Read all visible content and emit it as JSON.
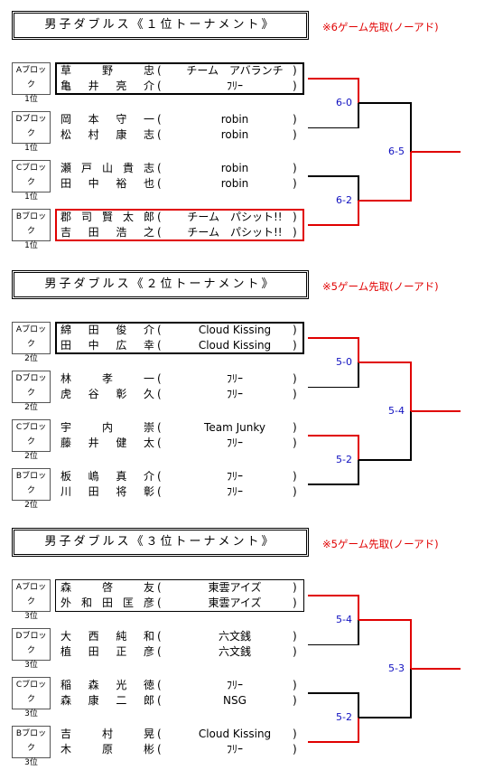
{
  "sections": [
    {
      "title": "男子ダブルス《１位トーナメント》",
      "note": "※6ゲーム先取(ノーアド)",
      "entries": [
        {
          "block": "Aブロック",
          "rank": "1位",
          "style": "b",
          "players": [
            {
              "name": "草野忠",
              "team": "チーム　アバランチ"
            },
            {
              "name": "亀井亮介",
              "team": "ﾌﾘｰ"
            }
          ]
        },
        {
          "block": "Dブロック",
          "rank": "1位",
          "style": "none",
          "players": [
            {
              "name": "岡本守一",
              "team": "robin"
            },
            {
              "name": "松村康志",
              "team": "robin"
            }
          ]
        },
        {
          "block": "Cブロック",
          "rank": "1位",
          "style": "none",
          "players": [
            {
              "name": "瀬戸山貴志",
              "team": "robin"
            },
            {
              "name": "田中裕也",
              "team": "robin"
            }
          ]
        },
        {
          "block": "Bブロック",
          "rank": "1位",
          "style": "r",
          "players": [
            {
              "name": "郡司賢太郎",
              "team": "チーム　パシット!!"
            },
            {
              "name": "吉田浩之",
              "team": "チーム　パシット!!"
            }
          ]
        }
      ],
      "scores": {
        "upper": "6-0",
        "lower": "6-2",
        "final": "6-5"
      },
      "winners": {
        "upper": 0,
        "lower": 1,
        "final": 1
      }
    },
    {
      "title": "男子ダブルス《２位トーナメント》",
      "note": "※5ゲーム先取(ノーアド)",
      "entries": [
        {
          "block": "Aブロック",
          "rank": "2位",
          "style": "b",
          "players": [
            {
              "name": "綿田俊介",
              "team": "Cloud Kissing"
            },
            {
              "name": "田中広幸",
              "team": "Cloud Kissing"
            }
          ]
        },
        {
          "block": "Dブロック",
          "rank": "2位",
          "style": "none",
          "players": [
            {
              "name": "林孝一",
              "team": "ﾌﾘｰ"
            },
            {
              "name": "虎谷彰久",
              "team": "ﾌﾘｰ"
            }
          ]
        },
        {
          "block": "Cブロック",
          "rank": "2位",
          "style": "none",
          "players": [
            {
              "name": "宇内崇",
              "team": "Team Junky"
            },
            {
              "name": "藤井健太",
              "team": "ﾌﾘｰ"
            }
          ]
        },
        {
          "block": "Bブロック",
          "rank": "2位",
          "style": "none",
          "players": [
            {
              "name": "板嶋真介",
              "team": "ﾌﾘｰ"
            },
            {
              "name": "川田将彰",
              "team": "ﾌﾘｰ"
            }
          ]
        }
      ],
      "scores": {
        "upper": "5-0",
        "lower": "5-2",
        "final": "5-4"
      },
      "winners": {
        "upper": 0,
        "lower": 0,
        "final": 0
      }
    },
    {
      "title": "男子ダブルス《３位トーナメント》",
      "note": "※5ゲーム先取(ノーアド)",
      "entries": [
        {
          "block": "Aブロック",
          "rank": "3位",
          "style": "t",
          "players": [
            {
              "name": "森啓友",
              "team": "東雲アイズ"
            },
            {
              "name": "外和田匡彦",
              "team": "東雲アイズ"
            }
          ]
        },
        {
          "block": "Dブロック",
          "rank": "3位",
          "style": "none",
          "players": [
            {
              "name": "大西純和",
              "team": "六文銭"
            },
            {
              "name": "植田正彦",
              "team": "六文銭"
            }
          ]
        },
        {
          "block": "Cブロック",
          "rank": "3位",
          "style": "none",
          "players": [
            {
              "name": "稲森光徳",
              "team": "ﾌﾘｰ"
            },
            {
              "name": "森康二郎",
              "team": "NSG"
            }
          ]
        },
        {
          "block": "Bブロック",
          "rank": "3位",
          "style": "none",
          "players": [
            {
              "name": "吉村晃",
              "team": "Cloud Kissing"
            },
            {
              "name": "木原彬",
              "team": "ﾌﾘｰ"
            }
          ]
        }
      ],
      "scores": {
        "upper": "5-4",
        "lower": "5-2",
        "final": "5-3"
      },
      "winners": {
        "upper": 0,
        "lower": 1,
        "final": 0
      }
    }
  ],
  "colors": {
    "win": "#e00000",
    "lose": "#000000",
    "score": "#1010c0"
  }
}
